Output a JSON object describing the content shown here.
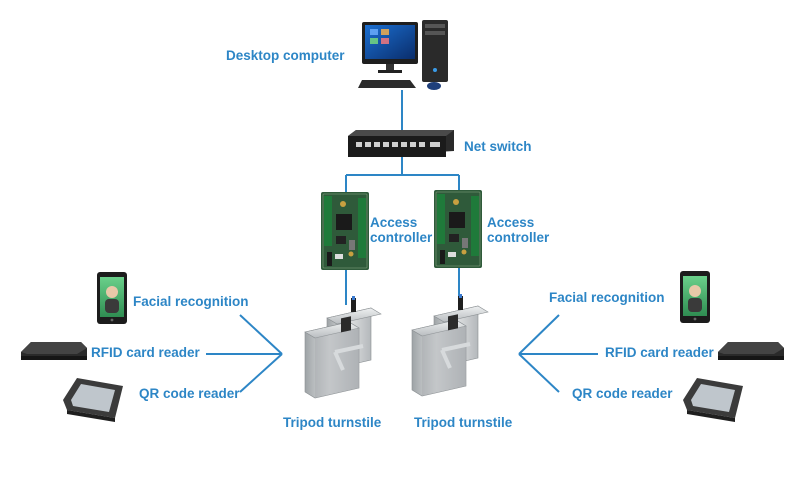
{
  "labels": {
    "desktop": "Desktop computer",
    "switch": "Net switch",
    "controller_left": [
      "Access",
      "controller"
    ],
    "controller_right": [
      "Access",
      "controller"
    ],
    "left_facial": "Facial recognition",
    "left_rfid": "RFID card reader",
    "left_qr": "QR code reader",
    "right_facial": "Facial recognition",
    "right_rfid": "RFID card reader",
    "right_qr": "QR code reader",
    "turnstile_left": "Tripod turnstile",
    "turnstile_right": "Tripod turnstile"
  },
  "icons": {
    "desktop": "desktop-computer-icon",
    "switch": "network-switch-icon",
    "controller": "access-controller-board-icon",
    "facial": "face-recognition-terminal-icon",
    "rfid": "rfid-card-reader-icon",
    "qr": "qr-code-reader-icon",
    "turnstile": "turnstile-gate-icon"
  },
  "colors": {
    "label": "#2d86c6",
    "connector": "#2d86c6",
    "board": "#2f5a3a",
    "steel": "#c9ccce"
  }
}
